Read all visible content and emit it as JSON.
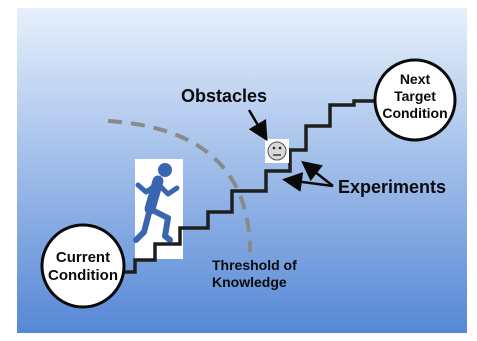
{
  "diagram": {
    "current_condition": [
      "Current",
      "Condition"
    ],
    "next_target_condition": [
      "Next",
      "Target",
      "Condition"
    ],
    "obstacles_label": "Obstacles",
    "experiments_label": "Experiments",
    "threshold_label": [
      "Threshold of",
      "Knowledge"
    ]
  },
  "icons": {
    "person": "running-person-icon",
    "obstacle": "neutral-face-icon"
  },
  "colors": {
    "background_top": "#e6f0fb",
    "background_bottom": "#5688d6",
    "stairs": "#1f1f1f",
    "figure": "#3a66b0",
    "dashed_arc": "#8a8a8a",
    "text": "#0a0a0a"
  }
}
